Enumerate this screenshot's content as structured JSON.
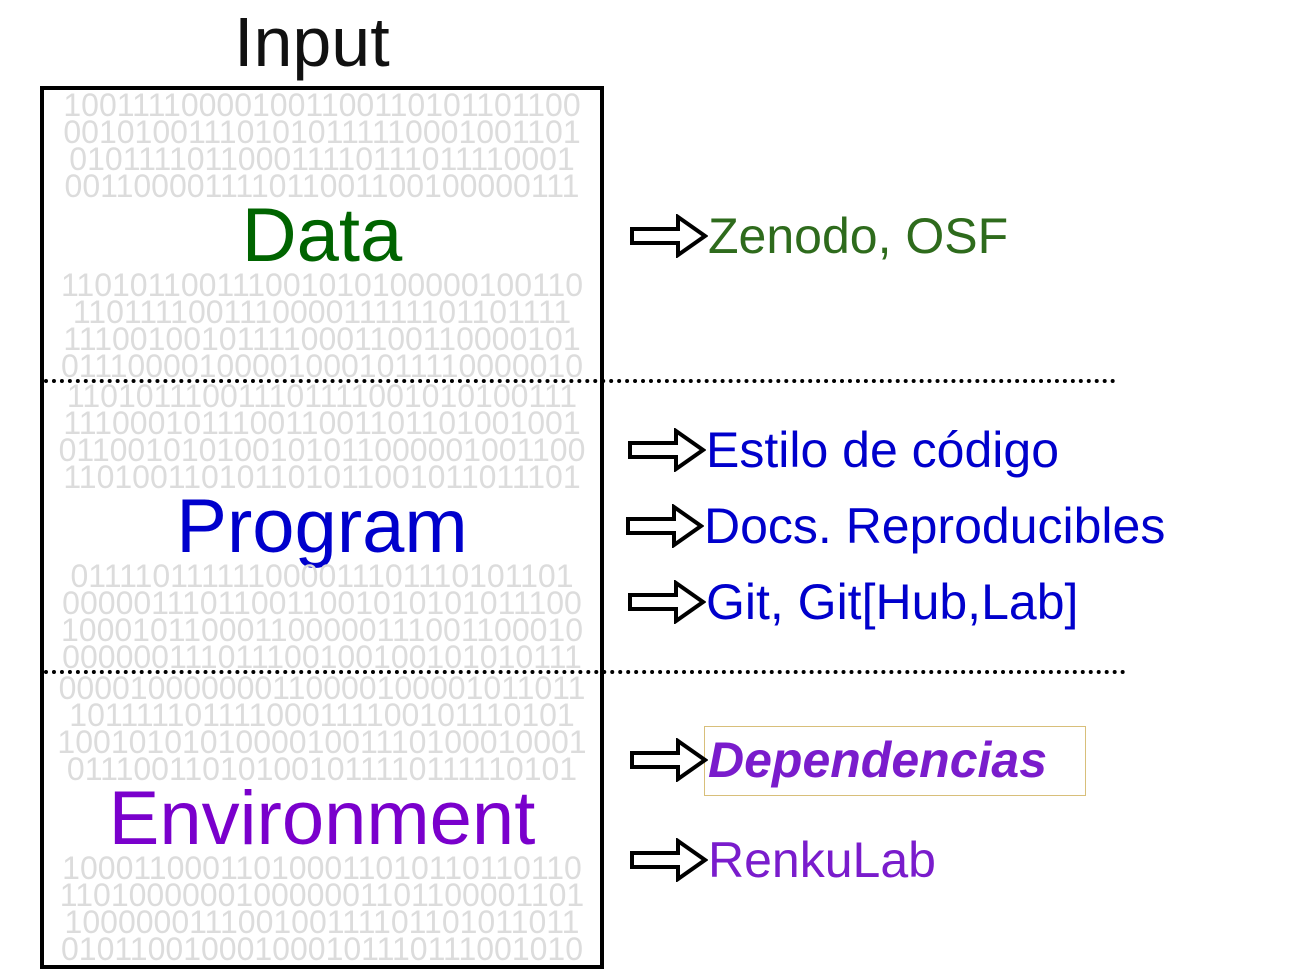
{
  "title": "Input",
  "sections": [
    {
      "label": "Data",
      "color": "#006400"
    },
    {
      "label": "Program",
      "color": "#0000cc"
    },
    {
      "label": "Environment",
      "color": "#7a00cc"
    }
  ],
  "binary_rows": [
    "100111100001001100110101101100",
    "001010011101010111110001001101",
    "010111101100011110111011110001",
    "001100001111011001100100000111",
    "110101100111001010100000100110",
    "110111100111000011111101101111",
    "111001001011110001100110000101",
    "011100001000010001011110000010",
    "110101110011101111001010100111",
    "111000101110011001101101001001",
    "011001010100101011000001001100",
    "110100110101101011001011011101",
    "011110111111000011101110101101",
    "000001110110011001010101011100",
    "100010110001100000111001100010",
    "000000111011100100100101010111",
    "000010000000110000100001011011",
    "101111101111000111100101110101",
    "100101010100001001110100010001",
    "011100110101001011110111110101",
    "100011000110100011010110110110",
    "110100000010000001101100001101",
    "100000011100100111101101011011",
    "010110010001000101110111001010"
  ],
  "outputs": [
    {
      "text": "Zenodo, OSF",
      "color": "#2e6b1c"
    },
    {
      "text": "Estilo de código",
      "color": "#0000cc"
    },
    {
      "text": "Docs. Reproducibles",
      "color": "#0000cc"
    },
    {
      "text": "Git, Git[Hub,Lab]",
      "color": "#0000cc"
    },
    {
      "text": "Dependencias",
      "color": "#7a1ccc"
    },
    {
      "text": "RenkuLab",
      "color": "#7a1ccc"
    }
  ]
}
